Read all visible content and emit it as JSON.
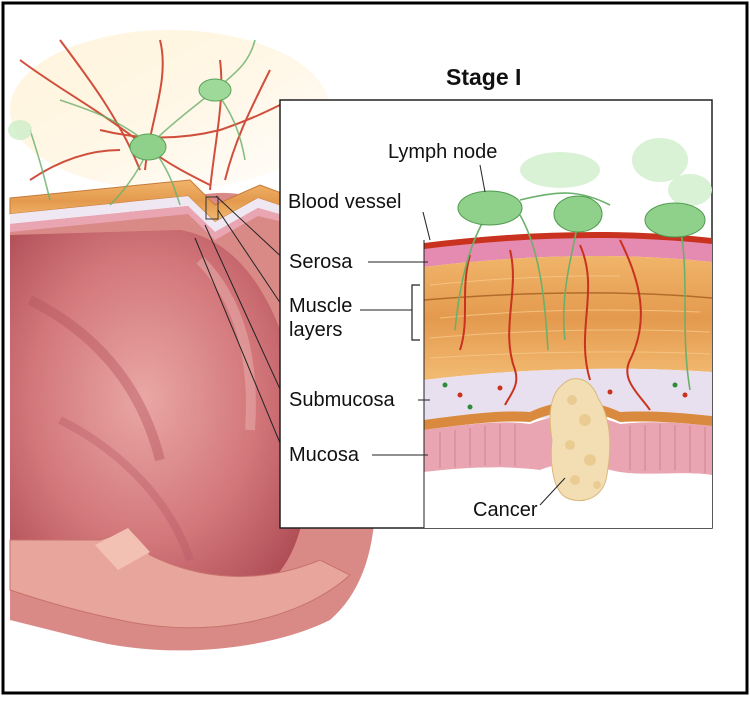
{
  "title": "Stage I",
  "labels": {
    "lymph_node": "Lymph node",
    "blood_vessel": "Blood vessel",
    "serosa": "Serosa",
    "muscle_layers_line1": "Muscle",
    "muscle_layers_line2": "layers",
    "submucosa": "Submucosa",
    "mucosa": "Mucosa",
    "cancer": "Cancer"
  },
  "colors": {
    "frame_border": "#000000",
    "colon_wall": "#d98a86",
    "colon_inner": "#c45c63",
    "muscle": "#e6a25a",
    "serosa": "#e58ab0",
    "submucosa": "#e8e0ee",
    "mucosa": "#e9a6b2",
    "lymph_node": "#a8dfa0",
    "blood_vessel": "#c8321e",
    "tumor": "#f3deb4"
  }
}
